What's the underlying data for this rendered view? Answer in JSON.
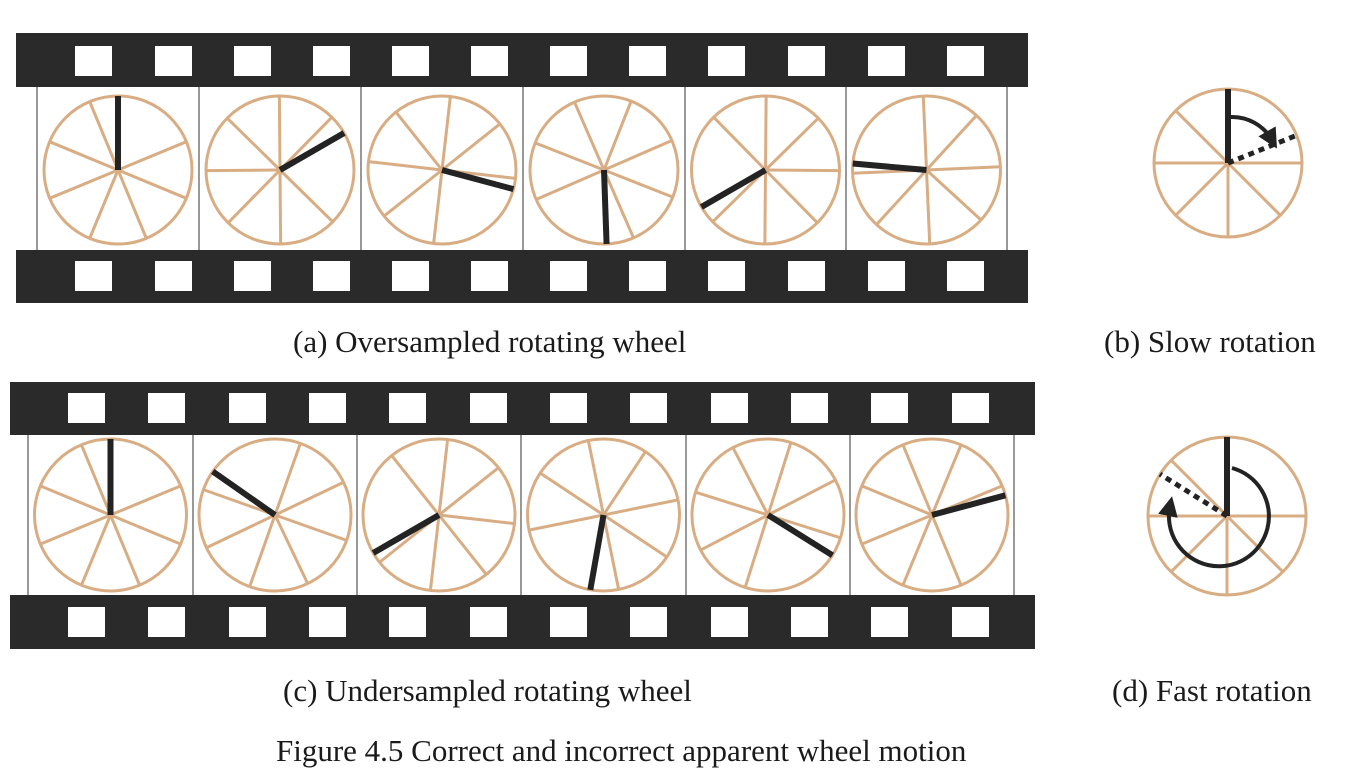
{
  "captions": {
    "a": "(a) Oversampled rotating wheel",
    "b": "(b) Slow rotation",
    "c": "(c) Undersampled rotating wheel",
    "d": "(d) Fast rotation",
    "figure": "Figure 4.5 Correct and incorrect apparent wheel motion"
  },
  "colors": {
    "film": "#2a2a2a",
    "wheel": "#d8ad84",
    "marked_spoke": "#232323",
    "frame_line": "#555555"
  },
  "strips": [
    {
      "id": "oversampled",
      "marked_spoke_angles_deg": [
        0,
        60,
        105,
        178,
        240,
        275
      ]
    },
    {
      "id": "undersampled",
      "marked_spoke_angles_deg": [
        0,
        305,
        240,
        190,
        122,
        75
      ]
    }
  ],
  "rotation_diagrams": [
    {
      "id": "slow",
      "direction": "clockwise",
      "marked_spoke_angle_deg": 0,
      "dotted_spoke_angle_deg": 68
    },
    {
      "id": "fast",
      "direction": "clockwise",
      "marked_spoke_angle_deg": 0,
      "dotted_spoke_angle_deg": 302
    }
  ]
}
